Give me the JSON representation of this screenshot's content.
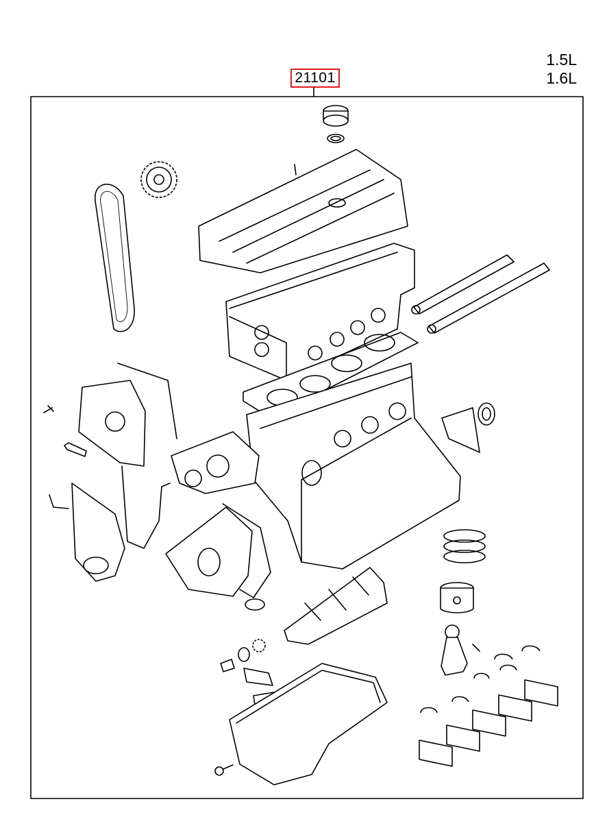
{
  "part_number": "21101",
  "variants": [
    "1.5L",
    "1.6L"
  ],
  "colors": {
    "highlight": "#e01b1b",
    "line": "#000000",
    "background": "#ffffff"
  }
}
